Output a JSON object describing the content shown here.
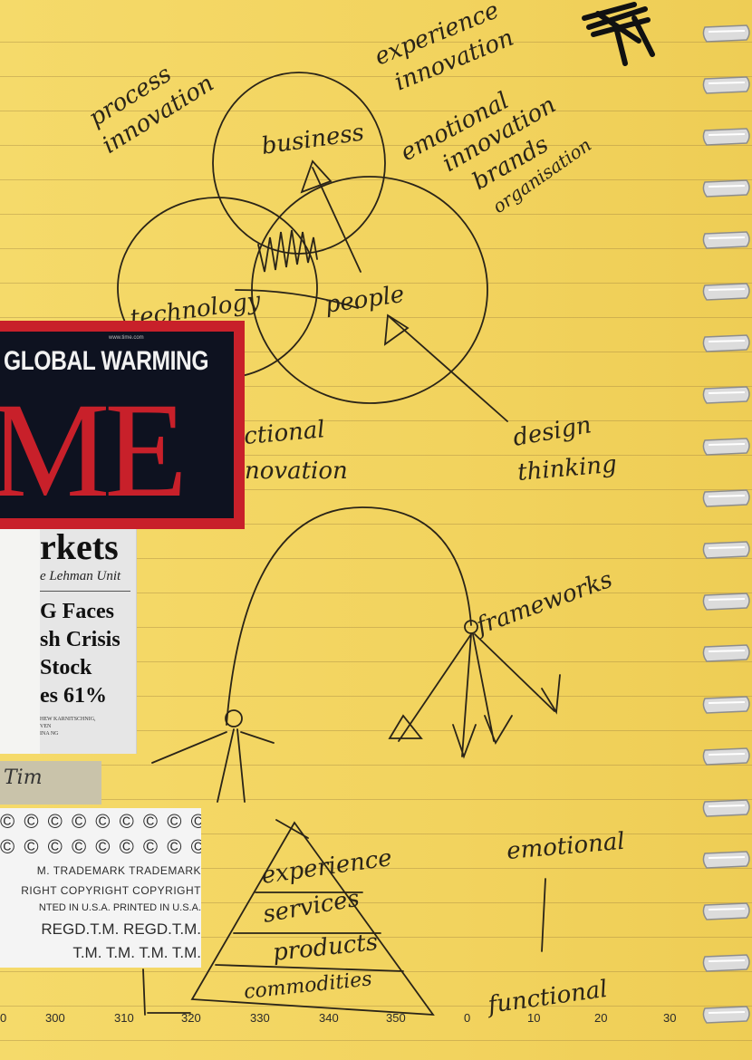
{
  "clippings": {
    "time": {
      "headline": "GLOBAL WARMING",
      "masthead": "ME",
      "strip": "www.time.com"
    },
    "newspaper": {
      "title": "rkets",
      "subtitle": "e Lehman Unit",
      "headline_lines": [
        "G Faces",
        "sh Crisis",
        "Stock",
        "es 61%"
      ],
      "byline": "HEW KARNITSCHNIG,\nVEN\nINA NG"
    },
    "brown_note": "Tim",
    "trademark_sheet": {
      "circle_row_1": "© © © © © © © © ©",
      "circle_row_2": "© © © © © © © © ©",
      "row_3": "M.  TRADEMARK TRADEMARK",
      "row_4": "RIGHT COPYRIGHT COPYRIGHT",
      "row_5": "NTED IN U.S.A. PRINTED IN U.S.A.",
      "row_6": "REGD.T.M.  REGD.T.M.",
      "row_7": "T.M.  T.M.  T.M.  T.M."
    }
  },
  "handwriting": {
    "process_innovation": [
      "process",
      "innovation"
    ],
    "experience_innovation": [
      "experience",
      "innovation"
    ],
    "emotional_innovation": [
      "emotional",
      "innovation",
      "brands",
      "organisation"
    ],
    "business": "business",
    "technology": "technology",
    "people": "people",
    "functional_innovation": [
      "ctional",
      "novation"
    ],
    "design_thinking": [
      "design",
      "thinking"
    ],
    "frameworks": "frameworks",
    "pyramid": [
      "experience",
      "services",
      "products",
      "commodities"
    ],
    "emotional": "emotional",
    "functional": "functional"
  },
  "ruler": [
    "0",
    "300",
    "310",
    "320",
    "330",
    "340",
    "350",
    "0",
    "10",
    "20",
    "30"
  ]
}
